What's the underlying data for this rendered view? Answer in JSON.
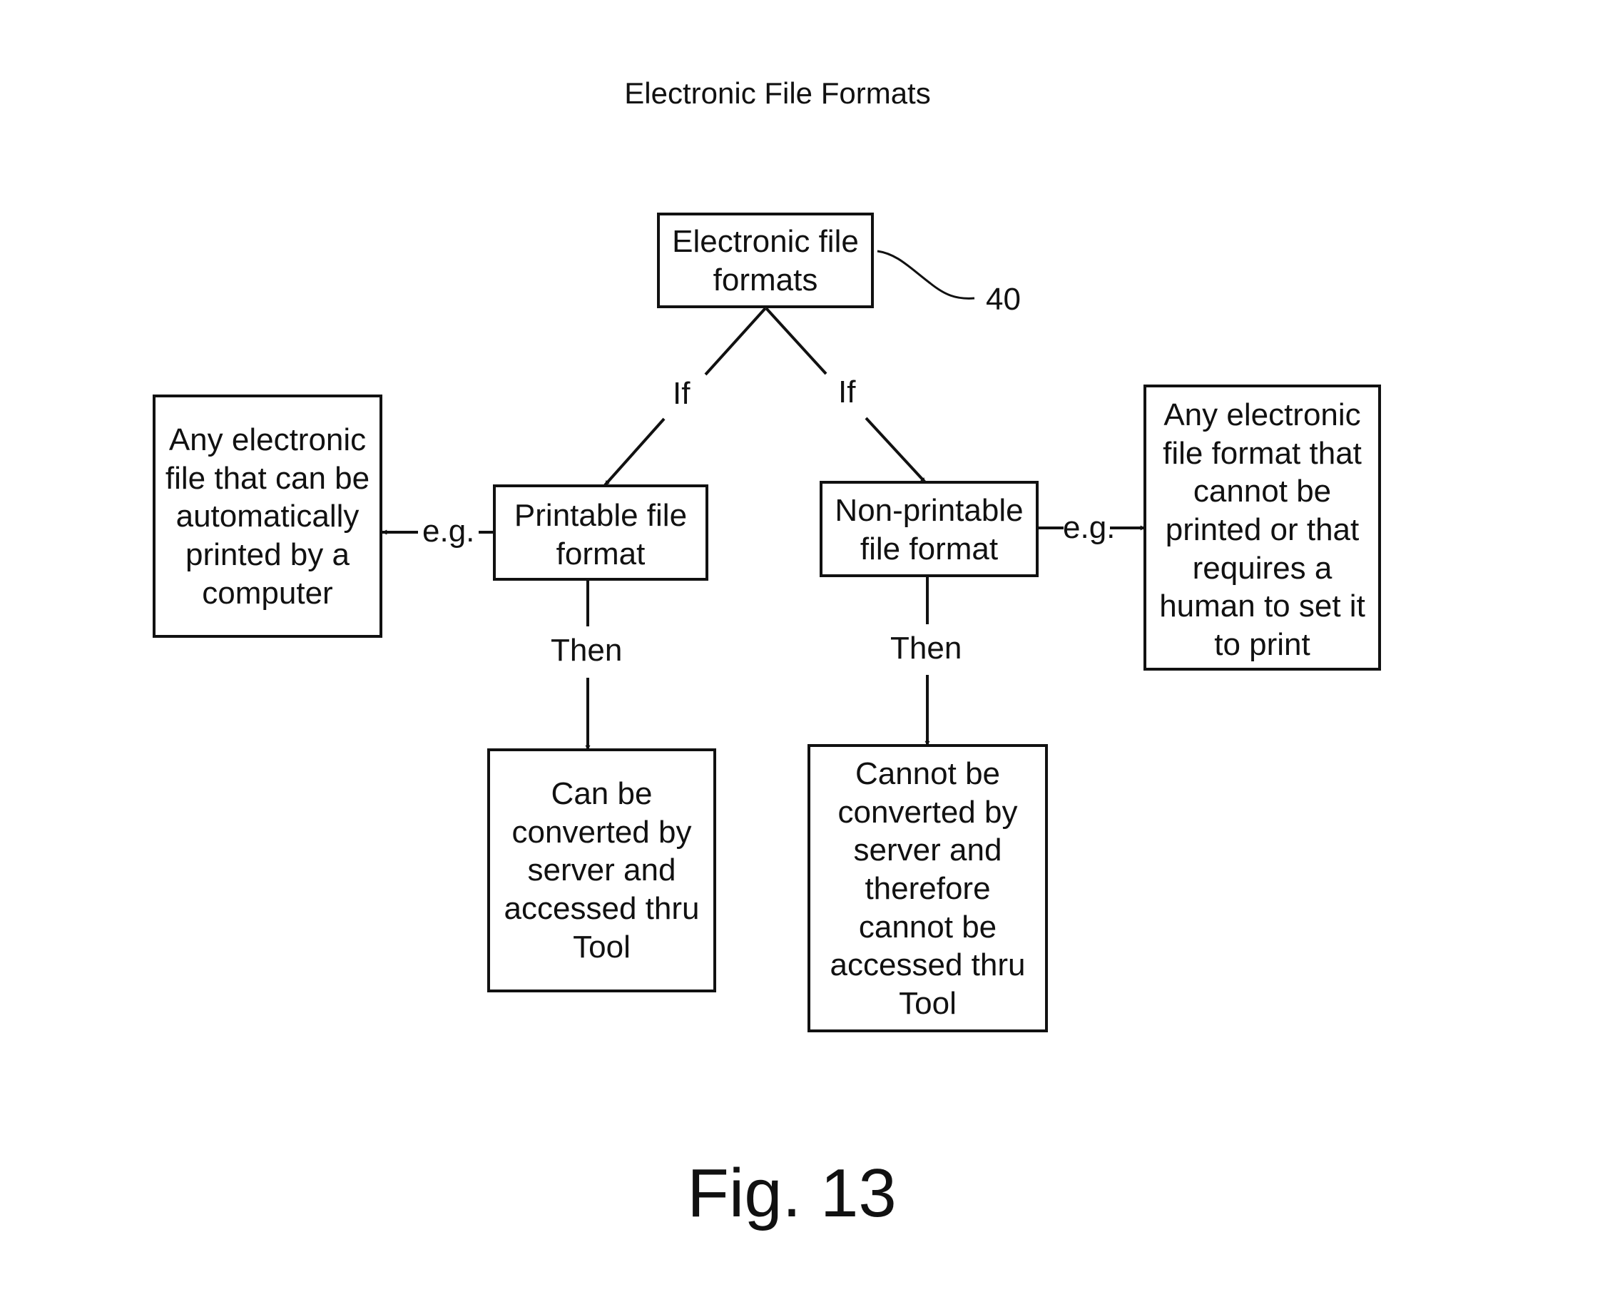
{
  "figure": {
    "title": "Electronic File Formats",
    "caption": "Fig. 13",
    "reference_number": "40"
  },
  "nodes": {
    "root": "Electronic file\nformats",
    "printable": "Printable file\nformat",
    "non_printable": "Non-printable\nfile format",
    "printable_example": "Any electronic\nfile that can be\nautomatically\nprinted by a\ncomputer",
    "non_printable_example": "Any electronic\nfile format that\ncannot be\nprinted or that\nrequires a\nhuman to set it\nto print",
    "printable_result": "Can be\nconverted by\nserver and\naccessed thru\nTool",
    "non_printable_result": "Cannot be\nconverted by\nserver and\ntherefore\ncannot be\naccessed thru\nTool"
  },
  "edges": {
    "if_left": "If",
    "if_right": "If",
    "eg_left": "e.g.",
    "eg_right": "e.g.",
    "then_left": "Then",
    "then_right": "Then"
  }
}
